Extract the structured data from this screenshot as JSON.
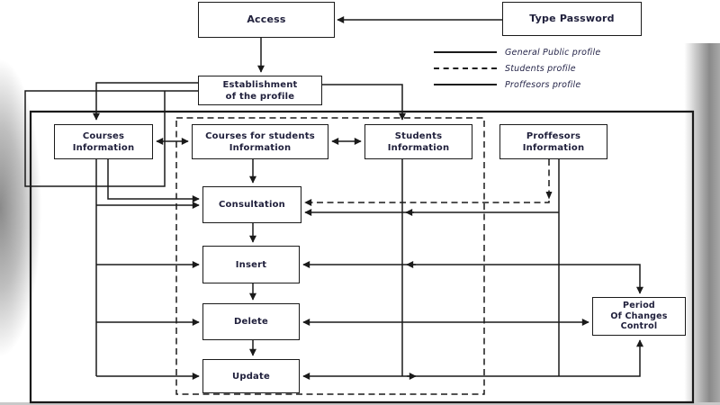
{
  "nodes": {
    "access": {
      "label": "Access"
    },
    "type_password": {
      "label": "Type Password"
    },
    "establishment": {
      "label": "Establishment\nof the profile"
    },
    "courses_info": {
      "label": "Courses\nInformation"
    },
    "courses_students": {
      "label": "Courses for students\nInformation"
    },
    "students_info": {
      "label": "Students\nInformation"
    },
    "proffesors_info": {
      "label": "Proffesors\nInformation"
    },
    "consultation": {
      "label": "Consultation"
    },
    "insert": {
      "label": "Insert"
    },
    "delete": {
      "label": "Delete"
    },
    "update": {
      "label": "Update"
    },
    "period": {
      "label": "Period\nOf Changes\nControl"
    }
  },
  "legend": [
    {
      "line": "solid",
      "label": "General Public profile"
    },
    {
      "line": "dashed",
      "label": "Students profile"
    },
    {
      "line": "solid",
      "label": "Proffesors profile"
    }
  ],
  "colors": {
    "line": "#1a1a1a",
    "text": "#20203c",
    "background": "#ffffff",
    "photo_edge": "#8a8a8a"
  }
}
